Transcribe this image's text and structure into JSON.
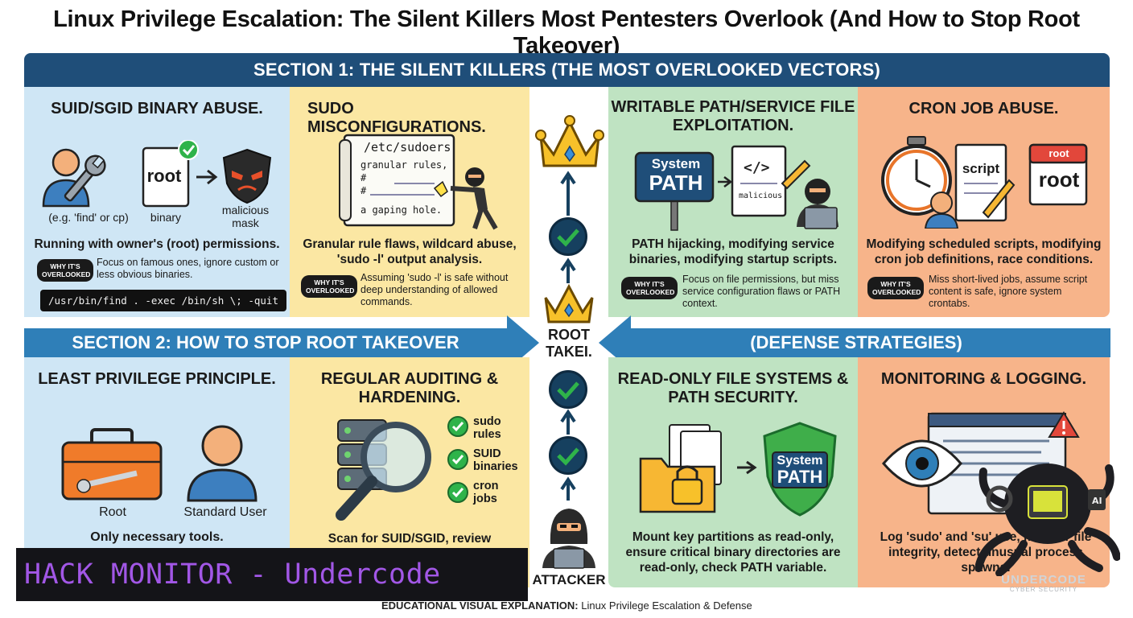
{
  "title": "Linux Privilege Escalation: The Silent Killers Most Pentesters Overlook (And How to Stop Root Takeover)",
  "section1": {
    "banner": "SECTION 1: THE SILENT KILLERS (THE MOST OVERLOOKED VECTORS)",
    "why_label": "WHY IT'S OVERLOOKED",
    "panels": [
      {
        "title": "SUID/SGID BINARY ABUSE.",
        "icon_labels": [
          "(e.g. 'find' or cp)",
          "binary",
          "malicious mask"
        ],
        "root_label": "root",
        "description": "Running with owner's (root) permissions.",
        "why": "Focus on famous ones, ignore custom or less obvious binaries.",
        "code": "/usr/bin/find . -exec /bin/sh \\; -quit"
      },
      {
        "title": "SUDO MISCONFIGURATIONS.",
        "doc_lines": [
          "/etc/sudoers",
          "granular rules,",
          "#",
          "#",
          "a gaping hole."
        ],
        "description": "Granular rule flaws, wildcard abuse, 'sudo -l' output analysis.",
        "why": "Assuming 'sudo -l' is safe without deep understanding of allowed commands."
      },
      {
        "title": "WRITABLE PATH/SERVICE FILE EXPLOITATION.",
        "sign": [
          "System",
          "PATH"
        ],
        "file_label": "malicious",
        "description": "PATH hijacking, modifying service binaries, modifying startup scripts.",
        "why": "Focus on file permissions, but miss service configuration flaws or PATH context."
      },
      {
        "title": "CRON JOB ABUSE.",
        "script_label": "script",
        "calendar_labels": [
          "root",
          "root"
        ],
        "description": "Modifying scheduled scripts, modifying cron job definitions, race conditions.",
        "why": "Miss short-lived jobs, assume script content is safe, ignore system crontabs."
      }
    ]
  },
  "section2": {
    "banner_left": "SECTION 2: HOW TO STOP ROOT TAKEOVER",
    "banner_right": "(DEFENSE STRATEGIES)",
    "panels": [
      {
        "title": "LEAST PRIVILEGE PRINCIPLE.",
        "labels": [
          "Root",
          "Standard User"
        ],
        "description": "Only necessary tools."
      },
      {
        "title": "REGULAR AUDITING & HARDENING.",
        "checks": [
          "sudo rules",
          "SUID binaries",
          "cron jobs"
        ],
        "description": "Scan for SUID/SGID, review"
      },
      {
        "title": "READ-ONLY FILE SYSTEMS & PATH SECURITY.",
        "sign": [
          "System",
          "PATH"
        ],
        "description": "Mount key partitions as read-only, ensure critical binary directories are read-only, check PATH variable."
      },
      {
        "title": "MONITORING & LOGGING.",
        "description": "Log 'sudo' and 'su' use, monitor file integrity, detect unusual process spawns."
      }
    ]
  },
  "center": {
    "root_takeover": "ROOT TAKEI.",
    "attacker": "ATTACKER"
  },
  "watermark": {
    "hack_monitor": "HACK MONITOR - Undercode",
    "logo_name": "UNDERCODE",
    "logo_sub": "CYBER SECURITY"
  },
  "footer": {
    "bold": "EDUCATIONAL VISUAL EXPLANATION:",
    "rest": " Linux Privilege Escalation & Defense"
  },
  "colors": {
    "banner_dark": "#1f4e79",
    "banner_light": "#2f7fb8",
    "panel_blue": "#cfe6f5",
    "panel_yellow": "#fbe7a3",
    "panel_green": "#bfe3c2",
    "panel_orange": "#f7b48a",
    "check_green": "#2fb34a",
    "hack_purple": "#a257e6"
  },
  "icons": [
    "user-icon",
    "wrench-icon",
    "check-icon",
    "arrow-right-icon",
    "mask-icon",
    "document-icon",
    "ninja-icon",
    "crown-icon",
    "sign-icon",
    "pencil-icon",
    "hacker-icon",
    "stopwatch-icon",
    "calendar-icon",
    "toolbox-icon",
    "server-icon",
    "magnifier-icon",
    "folder-icon",
    "lock-icon",
    "shield-icon",
    "eye-icon",
    "warning-icon",
    "octopus-logo-icon"
  ]
}
